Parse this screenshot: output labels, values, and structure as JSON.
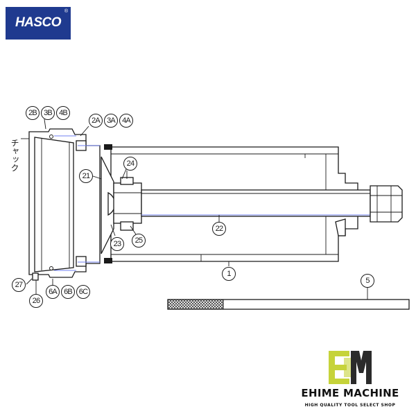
{
  "logo": {
    "text": "HASCO",
    "mark": "®"
  },
  "chuck_label": "チャック",
  "callouts": {
    "c2b": "2B",
    "c3b": "3B",
    "c4b": "4B",
    "c2a": "2A",
    "c3a": "3A",
    "c4a": "4A",
    "c21": "21",
    "c24": "24",
    "c23": "23",
    "c25": "25",
    "c22": "22",
    "c1": "1",
    "c5": "5",
    "c27": "27",
    "c6a": "6A",
    "c6b": "6B",
    "c6c": "6C",
    "c26": "26"
  },
  "brand": {
    "name": "EHIME MACHINE",
    "tagline": "HIGH QUALITY TOOL SELECT SHOP"
  },
  "colors": {
    "logo_bg": "#1f3a8f",
    "accent_line": "#6f7ff0",
    "brand_green": "#c6d33a"
  }
}
